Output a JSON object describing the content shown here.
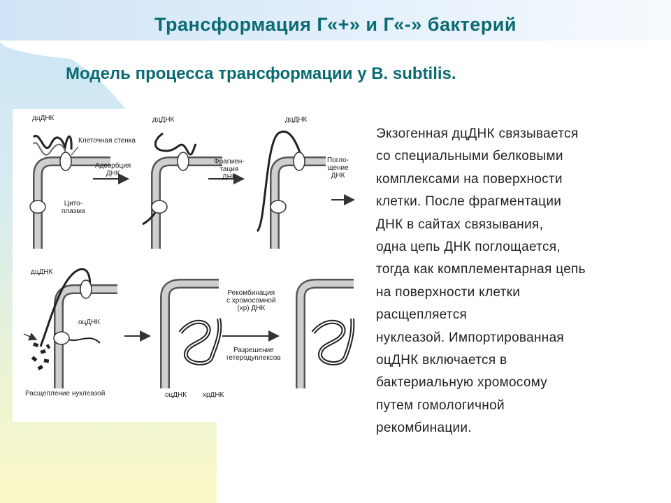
{
  "slide": {
    "title": "Трансформация  Г«+» и Г«-» бактерий",
    "subtitle": "Модель процесса трансформации у B. subtilis."
  },
  "figure": {
    "labels": {
      "dsdna_1": "дцДНК",
      "cell_wall": "Клеточная стенка",
      "cytoplasm": "Цито-\nплазма",
      "adsorption": "Адсорбция\nДНК",
      "dsdna_2": "дцДНК",
      "fragmentation": "Фрагмен-\nтация\nДНК",
      "dsdna_3": "дцДНК",
      "uptake": "Погло-\nщение\nДНК",
      "dsdna_4": "дцДНК",
      "ssdna_1": "оцДНК",
      "nuclease": "Расщепление нуклеазой",
      "recombination": "Рекомбинация\nс хромосомной\n(хр) ДНК",
      "heteroduplex": "Разрешение\nгетеродуплексов",
      "ssdna_2": "оцДНК",
      "chrdna": "хрДНК"
    }
  },
  "body_lines": [
    "Экзогенная дцДНК связывается",
    "со специальными белковыми",
    "комплексами на поверхности",
    "клетки. После фрагментации",
    "ДНК в сайтах связывания,",
    "одна цепь ДНК поглощается,",
    "тогда как комплементарная цепь",
    "на поверхности клетки",
    "расщепляется",
    "нуклеазой. Импортированная",
    "оцДНК включается в",
    "бактериальную хромосому",
    "путем гомологичной",
    "рекомбинации."
  ],
  "colors": {
    "title": "#0a6b73",
    "text": "#222222"
  }
}
